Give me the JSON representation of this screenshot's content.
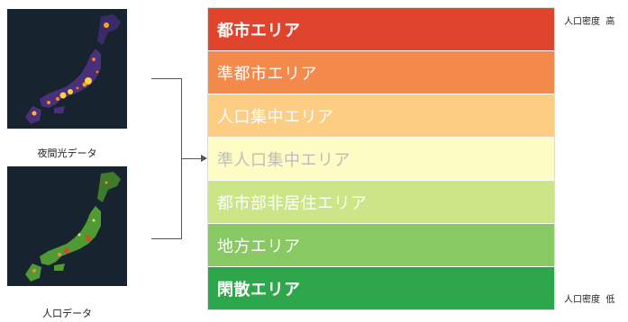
{
  "maps": {
    "night_caption": "夜間光データ",
    "population_caption": "人口データ"
  },
  "areas": [
    {
      "label": "都市エリア",
      "color": "#e0442c",
      "text_color": "#ffffff",
      "bold": true
    },
    {
      "label": "準都市エリア",
      "color": "#f4894c",
      "text_color": "#ffffff",
      "bold": false
    },
    {
      "label": "人口集中エリア",
      "color": "#fccd82",
      "text_color": "#ffffff",
      "bold": false
    },
    {
      "label": "準人口集中エリア",
      "color": "#fcfcc4",
      "text_color": "#bdbdbd",
      "bold": false
    },
    {
      "label": "都市部非居住エリア",
      "color": "#cbe587",
      "text_color": "#ffffff",
      "bold": false
    },
    {
      "label": "地方エリア",
      "color": "#88c964",
      "text_color": "#ffffff",
      "bold": false
    },
    {
      "label": "閑散エリア",
      "color": "#2ea64b",
      "text_color": "#ffffff",
      "bold": true
    }
  ],
  "density": {
    "high_label": "人口密度",
    "high_value": "高",
    "low_label": "人口密度",
    "low_value": "低"
  }
}
